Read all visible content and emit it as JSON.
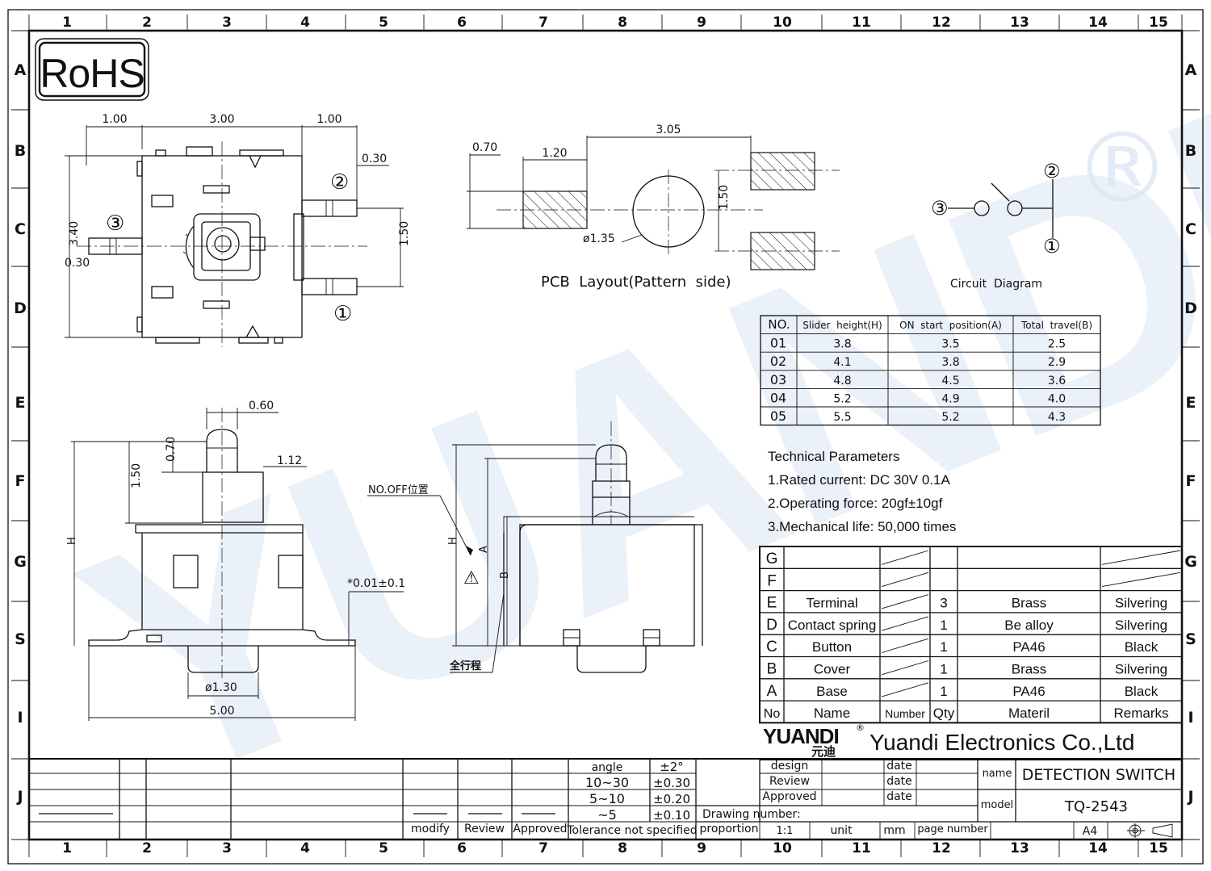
{
  "frame": {
    "columns": [
      "1",
      "2",
      "3",
      "4",
      "5",
      "6",
      "7",
      "8",
      "9",
      "10",
      "11",
      "12",
      "13",
      "14",
      "15"
    ],
    "rows": [
      "A",
      "B",
      "C",
      "D",
      "E",
      "F",
      "G",
      "S",
      "I",
      "J"
    ]
  },
  "logo": {
    "rohs": "RoHS"
  },
  "watermark": {
    "text": "YUANDI",
    "mark": "®"
  },
  "top_view": {
    "dim_left": "1.00",
    "dim_mid": "3.00",
    "dim_right": "1.00",
    "dim_pin": "0.30",
    "dim_height": "3.40",
    "dim_pin_left": "0.30",
    "dim_pitch": "1.50",
    "pin1": "①",
    "pin2": "②",
    "pin3": "③"
  },
  "pcb_layout": {
    "dim_pad_h": "0.70",
    "dim_pad_w": "1.20",
    "dim_span": "3.05",
    "dim_hole": "ø1.35",
    "dim_pitch": "1.50",
    "caption": "PCB  Layout(Pattern  side)"
  },
  "circuit": {
    "caption": "Circuit  Diagram",
    "n1": "①",
    "n2": "②",
    "n3": "③"
  },
  "spec_table": {
    "headers": [
      "NO.",
      "Slider  height(H)",
      "ON  start  position(A)",
      "Total  travel(B)"
    ],
    "rows": [
      [
        "01",
        "3.8",
        "3.5",
        "2.5"
      ],
      [
        "02",
        "4.1",
        "3.8",
        "2.9"
      ],
      [
        "03",
        "4.8",
        "4.5",
        "3.6"
      ],
      [
        "04",
        "5.2",
        "4.9",
        "4.0"
      ],
      [
        "05",
        "5.5",
        "5.2",
        "4.3"
      ]
    ]
  },
  "technical": {
    "title": "Technical Parameters",
    "items": [
      "1.Rated current: DC 30V 0.1A",
      "2.Operating force: 20gf±10gf",
      "3.Mechanical life: 50,000 times"
    ]
  },
  "front_view": {
    "dim_060": "0.60",
    "dim_070": "0.70",
    "dim_112": "1.12",
    "dim_150": "1.50",
    "dim_H": "H",
    "dim_flat": "*0.01±0.1",
    "dim_bore": "ø1.30",
    "dim_width": "5.00"
  },
  "side_view": {
    "label_off": "NO.OFF位置",
    "dim_H": "H",
    "dim_A": "A",
    "dim_B": "B",
    "label_travel": "全行程",
    "warn": "⚠"
  },
  "bom": {
    "rows": [
      [
        "G",
        "",
        "",
        "",
        "",
        ""
      ],
      [
        "F",
        "",
        "",
        "",
        "",
        ""
      ],
      [
        "E",
        "Terminal",
        "",
        "3",
        "Brass",
        "Silvering"
      ],
      [
        "D",
        "Contact spring",
        "",
        "1",
        "Be alloy",
        "Silvering"
      ],
      [
        "C",
        "Button",
        "",
        "1",
        "PA46",
        "Black"
      ],
      [
        "B",
        "Cover",
        "",
        "1",
        "Brass",
        "Silvering"
      ],
      [
        "A",
        "Base",
        "",
        "1",
        "PA46",
        "Black"
      ]
    ],
    "headers": [
      "No",
      "Name",
      "Number",
      "Qty",
      "Materil",
      "Remarks"
    ]
  },
  "company": {
    "brand": "YUANDI",
    "brand_cn": "元迪",
    "reg": "®",
    "name": "Yuandi Electronics Co.,Ltd"
  },
  "title_block": {
    "tolerance": [
      [
        "angle",
        "±2°"
      ],
      [
        "10~30",
        "±0.30"
      ],
      [
        "5~10",
        "±0.20"
      ],
      [
        "~5",
        "±0.10"
      ]
    ],
    "tol_footer": "Tolerance not specified",
    "modify": "modify",
    "review_col": "Review",
    "approved_col": "Approved",
    "design": "design",
    "review": "Review",
    "approved": "Approved",
    "date": "date",
    "drawing_number": "Drawing number:",
    "proportion": "proportion",
    "scale": "1:1",
    "unit": "unit",
    "mm": "mm",
    "page_number": "page number",
    "size": "A4",
    "name_label": "name",
    "name_value": "DETECTION SWITCH",
    "model_label": "model",
    "model_value": "TQ-2543"
  }
}
